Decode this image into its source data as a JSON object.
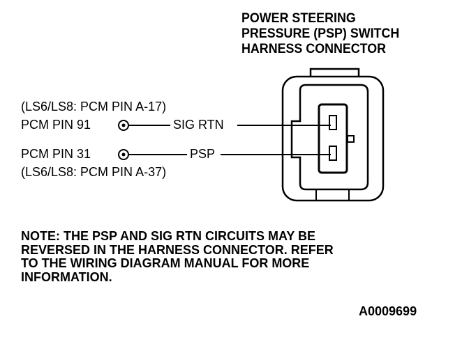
{
  "header": {
    "title_lines": [
      "POWER STEERING",
      "PRESSURE (PSP) SWITCH",
      "HARNESS CONNECTOR"
    ]
  },
  "wiring": {
    "sig_rtn": {
      "alt_pin": "(LS6/LS8: PCM PIN A-17)",
      "pcm_pin": "PCM PIN 91",
      "circuit": "SIG RTN"
    },
    "psp": {
      "pcm_pin": "PCM PIN 31",
      "circuit": "PSP",
      "alt_pin": "(LS6/LS8: PCM PIN A-37)"
    }
  },
  "note": {
    "lines": [
      "NOTE: THE PSP AND SIG RTN CIRCUITS MAY BE",
      "REVERSED IN THE HARNESS CONNECTOR. REFER",
      "TO THE WIRING DIAGRAM MANUAL FOR MORE",
      "INFORMATION."
    ]
  },
  "figure_code": "A0009699",
  "colors": {
    "ink": "#000000",
    "background": "#ffffff"
  }
}
